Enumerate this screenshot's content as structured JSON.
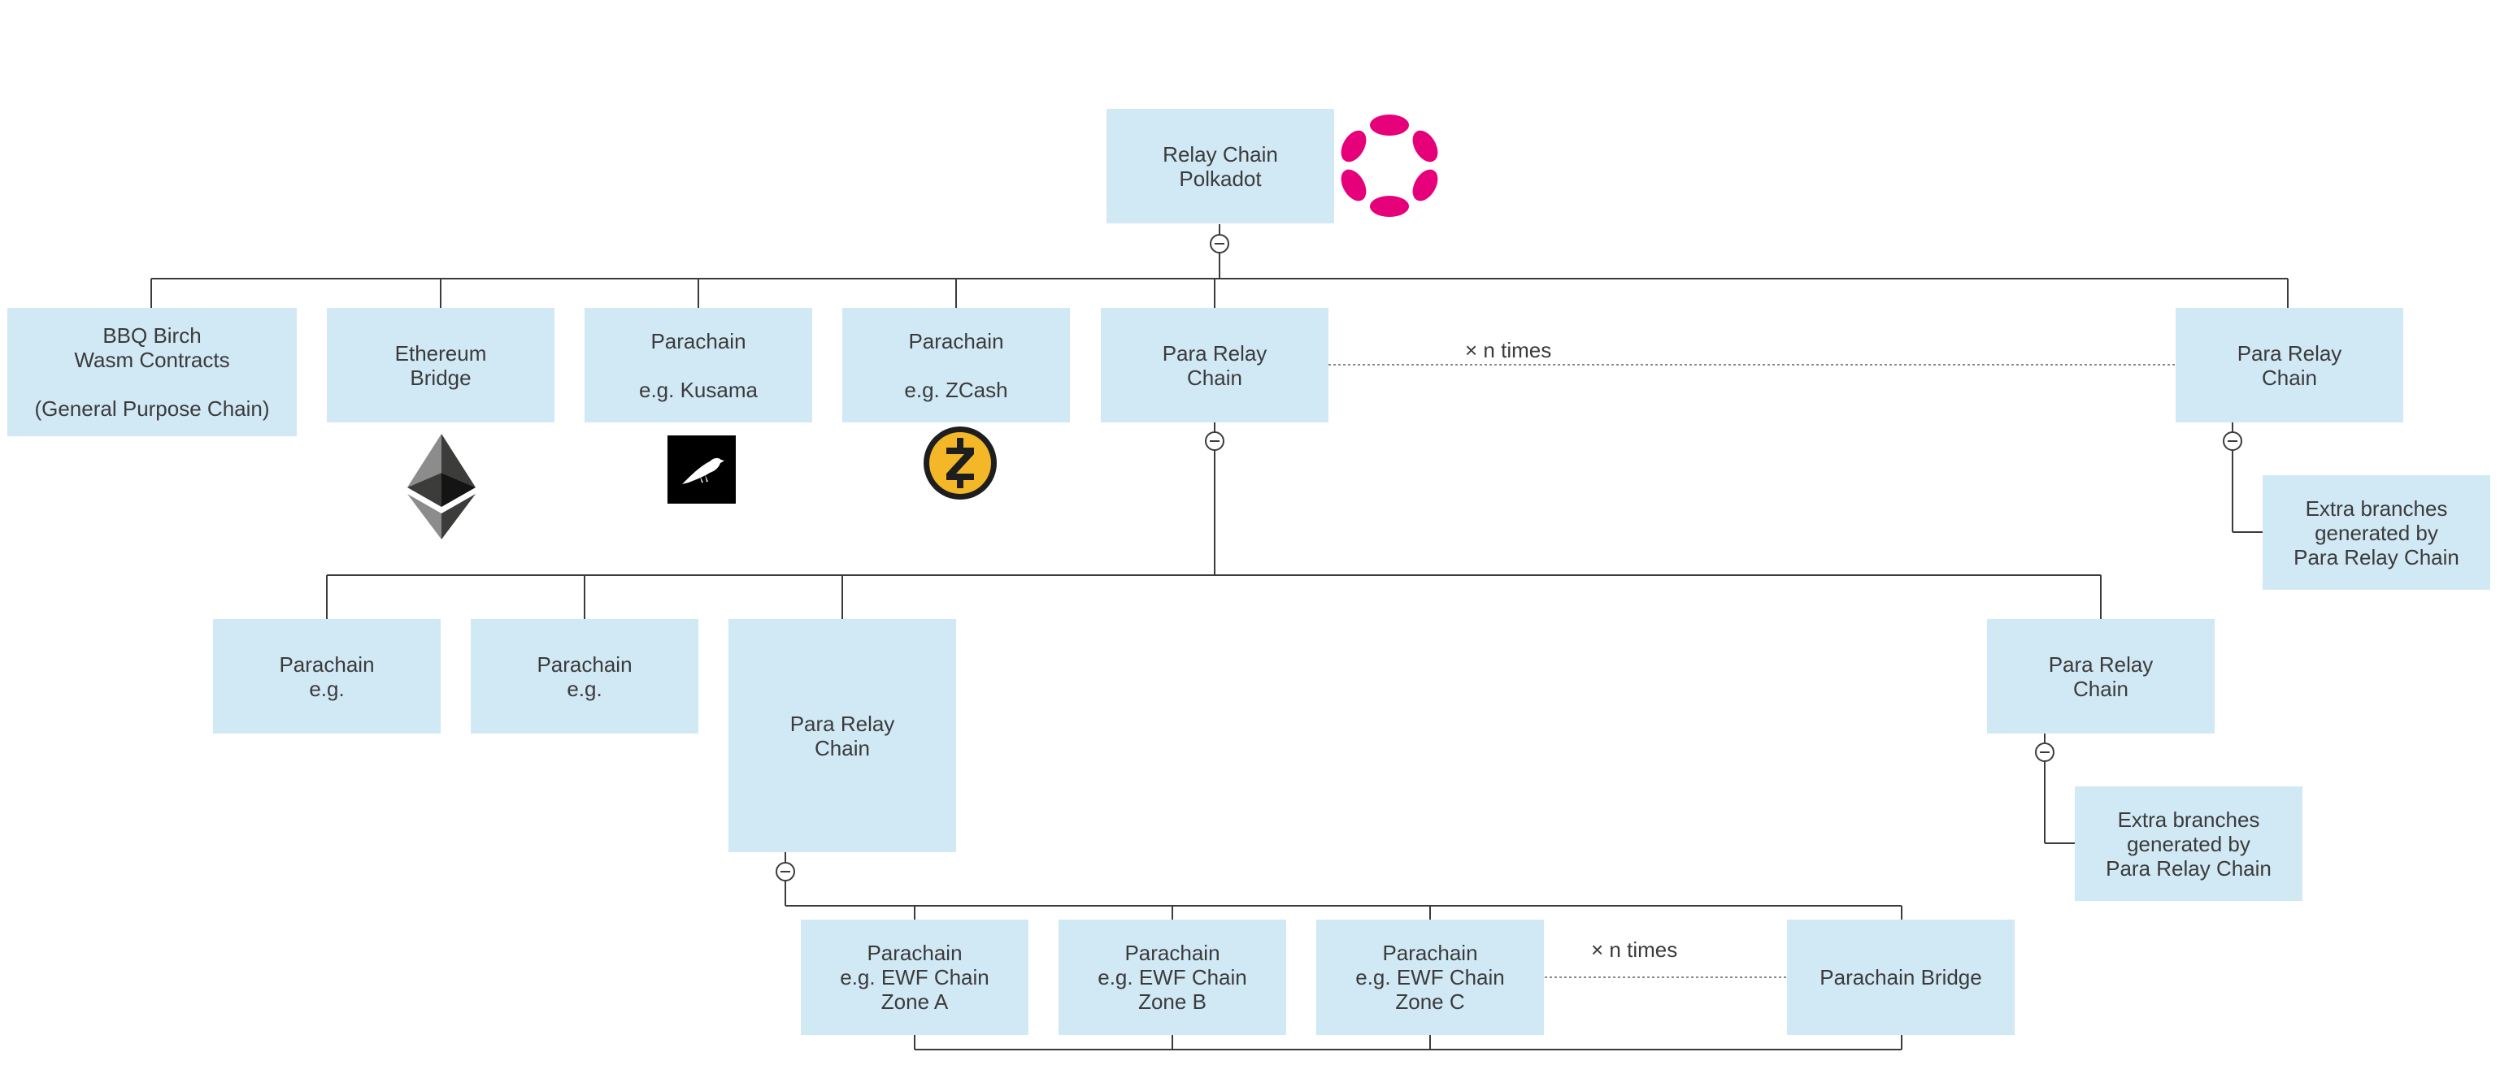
{
  "colors": {
    "node_fill": "#d1e8f5",
    "line": "#3b3b3b",
    "polkadot_pink": "#e6007a",
    "zcash_gold": "#f4b728"
  },
  "nodes": {
    "relay_root": [
      "Relay Chain",
      "Polkadot"
    ],
    "bbq_birch": [
      "BBQ Birch",
      "Wasm Contracts",
      "",
      "(General Purpose Chain)"
    ],
    "ethereum_bridge": [
      "Ethereum",
      "Bridge"
    ],
    "parachain_kusama": [
      "Parachain",
      "",
      "e.g. Kusama"
    ],
    "parachain_zcash": [
      "Parachain",
      "",
      "e.g. ZCash"
    ],
    "para_relay_mid": [
      "Para Relay",
      "Chain"
    ],
    "para_relay_right": [
      "Para Relay",
      "Chain"
    ],
    "extra_branches_top": [
      "Extra branches",
      "generated by",
      "Para Relay Chain"
    ],
    "parachain_eg_1": [
      "Parachain",
      "e.g."
    ],
    "parachain_eg_2": [
      "Parachain",
      "e.g."
    ],
    "para_relay_tall": [
      "Para Relay",
      "Chain"
    ],
    "para_relay_lower_right": [
      "Para Relay",
      "Chain"
    ],
    "extra_branches_bottom": [
      "Extra branches",
      "generated by",
      "Para Relay Chain"
    ],
    "ewf_zone_a": [
      "Parachain",
      "e.g. EWF Chain",
      "Zone A"
    ],
    "ewf_zone_b": [
      "Parachain",
      "e.g. EWF Chain",
      "Zone B"
    ],
    "ewf_zone_c": [
      "Parachain",
      "e.g. EWF Chain",
      "Zone C"
    ],
    "parachain_bridge": [
      "Parachain Bridge"
    ]
  },
  "notes": {
    "n_times_top": "× n times",
    "n_times_bottom": "× n times"
  },
  "icons": {
    "polkadot": "polkadot-logo-icon",
    "ethereum": "ethereum-logo-icon",
    "kusama": "kusama-bird-icon",
    "zcash": "zcash-logo-icon"
  }
}
